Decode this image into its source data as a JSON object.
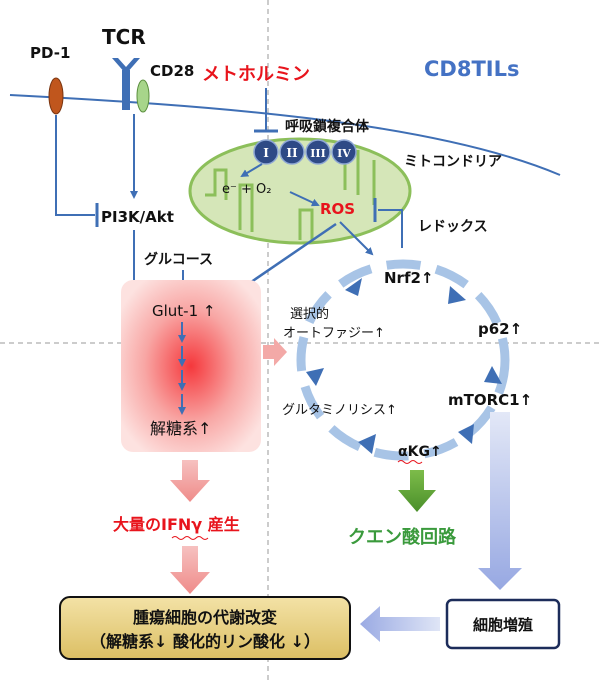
{
  "labels": {
    "pd1": "PD-1",
    "tcr": "TCR",
    "cd28": "CD28",
    "metformin": "メトホルミン",
    "cd8tils": "CD8TILs",
    "respiratory_complex": "呼吸鎖複合体",
    "complex_1": "I",
    "complex_2": "II",
    "complex_3": "III",
    "complex_4": "IV",
    "electron_oxygen": "e⁻ + O₂",
    "mitochondria": "ミトコンドリア",
    "ros": "ROS",
    "redox": "レドックス",
    "pi3k_akt": "PI3K/Akt",
    "glucose": "グルコース",
    "nrf2": "Nrf2↑",
    "glut1": "Glut-1 ↑",
    "selective_autophagy_1": "選択的",
    "selective_autophagy_2": "オートファジー↑",
    "p62": "p62↑",
    "glutaminolysis": "グルタミノリシス↑",
    "mtorc1": "mTORC1↑",
    "glycolysis": "解糖系↑",
    "akg": "αKG↑",
    "ifng": "大量のIFNγ 産生",
    "tca_cycle": "クエン酸回路",
    "tumor_metabolism_1": "腫瘍細胞の代謝改変",
    "tumor_metabolism_2": "（解糖系↓ 酸化的リン酸化 ↓）",
    "proliferation": "細胞増殖"
  },
  "colors": {
    "blue": "#3f6fb5",
    "red": "#e8141c",
    "green_label": "#3a9a3c",
    "mito_fill": "#d5e6b8",
    "mito_stroke": "#8cbf5a",
    "pd1_fill": "#c0561d",
    "cd28_fill": "#a7d58a",
    "box_yellow": "#edd68a",
    "complex_fill": "#2e4a86",
    "cd8_text": "#4472c4"
  }
}
